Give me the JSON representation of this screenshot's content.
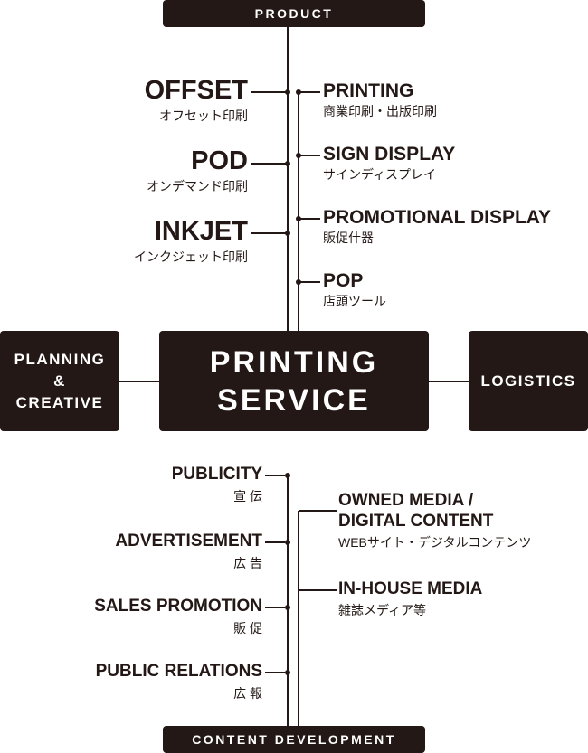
{
  "top_band": "PRODUCT",
  "bottom_band": "CONTENT DEVELOPMENT",
  "center": {
    "line1": "PRINTING",
    "line2": "SERVICE"
  },
  "planning": {
    "line1": "PLANNING",
    "line2": "&",
    "line3": "CREATIVE"
  },
  "logistics": "LOGISTICS",
  "methods": [
    {
      "en": "OFFSET",
      "jp": "オフセット印刷"
    },
    {
      "en": "POD",
      "jp": "オンデマンド印刷"
    },
    {
      "en": "INKJET",
      "jp": "インクジェット印刷"
    }
  ],
  "products": [
    {
      "en": "PRINTING",
      "jp": "商業印刷・出版印刷"
    },
    {
      "en": "SIGN DISPLAY",
      "jp": "サインディスプレイ"
    },
    {
      "en": "PROMOTIONAL DISPLAY",
      "jp": "販促什器"
    },
    {
      "en": "POP",
      "jp": "店頭ツール"
    }
  ],
  "content_left": [
    {
      "en": "PUBLICITY",
      "jp": "宣 伝"
    },
    {
      "en": "ADVERTISEMENT",
      "jp": "広 告"
    },
    {
      "en": "SALES PROMOTION",
      "jp": "販 促"
    },
    {
      "en": "PUBLIC RELATIONS",
      "jp": "広 報"
    }
  ],
  "content_right": [
    {
      "en1": "OWNED MEDIA /",
      "en2": "DIGITAL CONTENT",
      "jp": "WEBサイト・デジタルコンテンツ"
    },
    {
      "en1": "IN-HOUSE MEDIA",
      "jp": "雑誌メディア等"
    }
  ]
}
